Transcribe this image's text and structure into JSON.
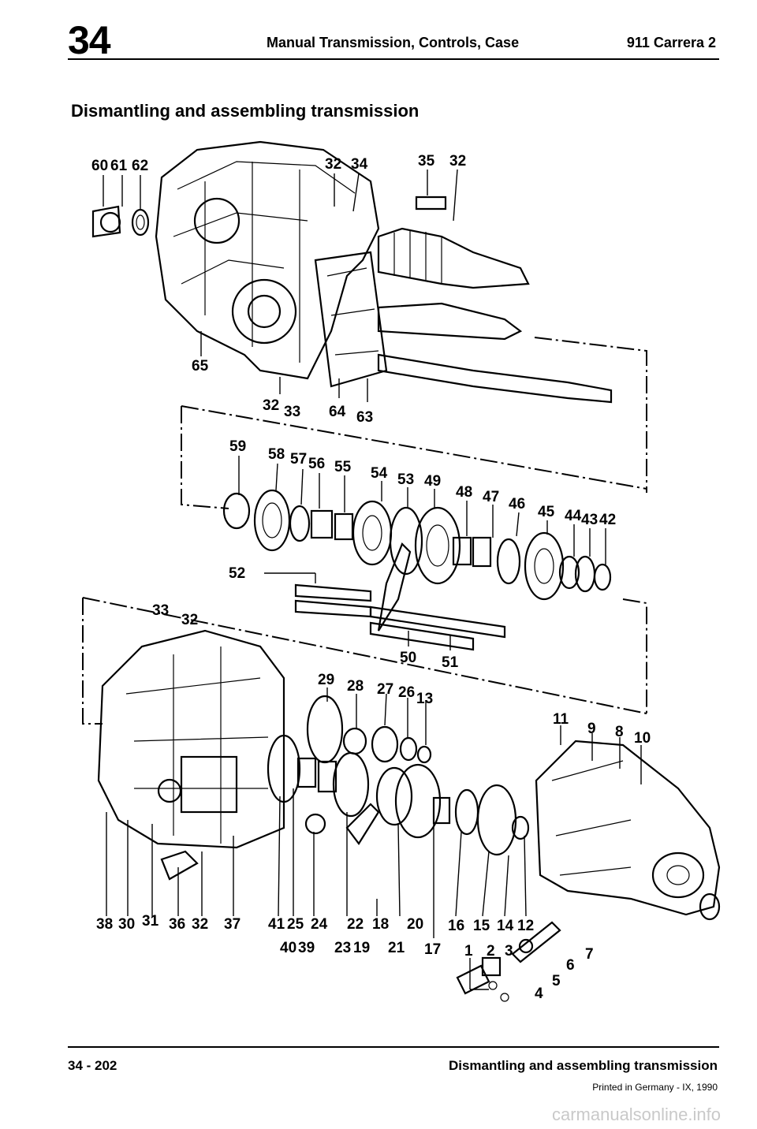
{
  "header": {
    "section_number": "34",
    "title": "Manual Transmission, Controls, Case",
    "model": "911 Carrera 2"
  },
  "section_title": "Dismantling and assembling transmission",
  "diagram": {
    "callouts": [
      {
        "id": "c60",
        "text": "60"
      },
      {
        "id": "c61",
        "text": "61"
      },
      {
        "id": "c62",
        "text": "62"
      },
      {
        "id": "c32a",
        "text": "32"
      },
      {
        "id": "c34",
        "text": "34"
      },
      {
        "id": "c35",
        "text": "35"
      },
      {
        "id": "c32b",
        "text": "32"
      },
      {
        "id": "c65",
        "text": "65"
      },
      {
        "id": "c32c",
        "text": "32"
      },
      {
        "id": "c33a",
        "text": "33"
      },
      {
        "id": "c64",
        "text": "64"
      },
      {
        "id": "c63",
        "text": "63"
      },
      {
        "id": "c59",
        "text": "59"
      },
      {
        "id": "c58",
        "text": "58"
      },
      {
        "id": "c57",
        "text": "57"
      },
      {
        "id": "c56",
        "text": "56"
      },
      {
        "id": "c55",
        "text": "55"
      },
      {
        "id": "c54",
        "text": "54"
      },
      {
        "id": "c53",
        "text": "53"
      },
      {
        "id": "c49",
        "text": "49"
      },
      {
        "id": "c48",
        "text": "48"
      },
      {
        "id": "c47",
        "text": "47"
      },
      {
        "id": "c46",
        "text": "46"
      },
      {
        "id": "c45",
        "text": "45"
      },
      {
        "id": "c44",
        "text": "44"
      },
      {
        "id": "c43",
        "text": "43"
      },
      {
        "id": "c42",
        "text": "42"
      },
      {
        "id": "c52",
        "text": "52"
      },
      {
        "id": "c33b",
        "text": "33"
      },
      {
        "id": "c32d",
        "text": "32"
      },
      {
        "id": "c50",
        "text": "50"
      },
      {
        "id": "c51",
        "text": "51"
      },
      {
        "id": "c29",
        "text": "29"
      },
      {
        "id": "c28",
        "text": "28"
      },
      {
        "id": "c27",
        "text": "27"
      },
      {
        "id": "c26",
        "text": "26"
      },
      {
        "id": "c13",
        "text": "13"
      },
      {
        "id": "c11",
        "text": "11"
      },
      {
        "id": "c9",
        "text": "9"
      },
      {
        "id": "c8",
        "text": "8"
      },
      {
        "id": "c10",
        "text": "10"
      },
      {
        "id": "c38",
        "text": "38"
      },
      {
        "id": "c30",
        "text": "30"
      },
      {
        "id": "c31",
        "text": "31"
      },
      {
        "id": "c36",
        "text": "36"
      },
      {
        "id": "c32e",
        "text": "32"
      },
      {
        "id": "c37",
        "text": "37"
      },
      {
        "id": "c41",
        "text": "41"
      },
      {
        "id": "c25",
        "text": "25"
      },
      {
        "id": "c24",
        "text": "24"
      },
      {
        "id": "c22",
        "text": "22"
      },
      {
        "id": "c18",
        "text": "18"
      },
      {
        "id": "c20",
        "text": "20"
      },
      {
        "id": "c16",
        "text": "16"
      },
      {
        "id": "c15",
        "text": "15"
      },
      {
        "id": "c14",
        "text": "14"
      },
      {
        "id": "c12",
        "text": "12"
      },
      {
        "id": "c40",
        "text": "40"
      },
      {
        "id": "c39",
        "text": "39"
      },
      {
        "id": "c23",
        "text": "23"
      },
      {
        "id": "c19",
        "text": "19"
      },
      {
        "id": "c21",
        "text": "21"
      },
      {
        "id": "c17",
        "text": "17"
      },
      {
        "id": "c1",
        "text": "1"
      },
      {
        "id": "c2",
        "text": "2"
      },
      {
        "id": "c3",
        "text": "3"
      },
      {
        "id": "c7",
        "text": "7"
      },
      {
        "id": "c6",
        "text": "6"
      },
      {
        "id": "c5",
        "text": "5"
      },
      {
        "id": "c4",
        "text": "4"
      }
    ]
  },
  "footer": {
    "page_number": "34 - 202",
    "section": "Dismantling and assembling transmission",
    "printed": "Printed in Germany - IX, 1990"
  },
  "watermark": "carmanualsonline.info"
}
